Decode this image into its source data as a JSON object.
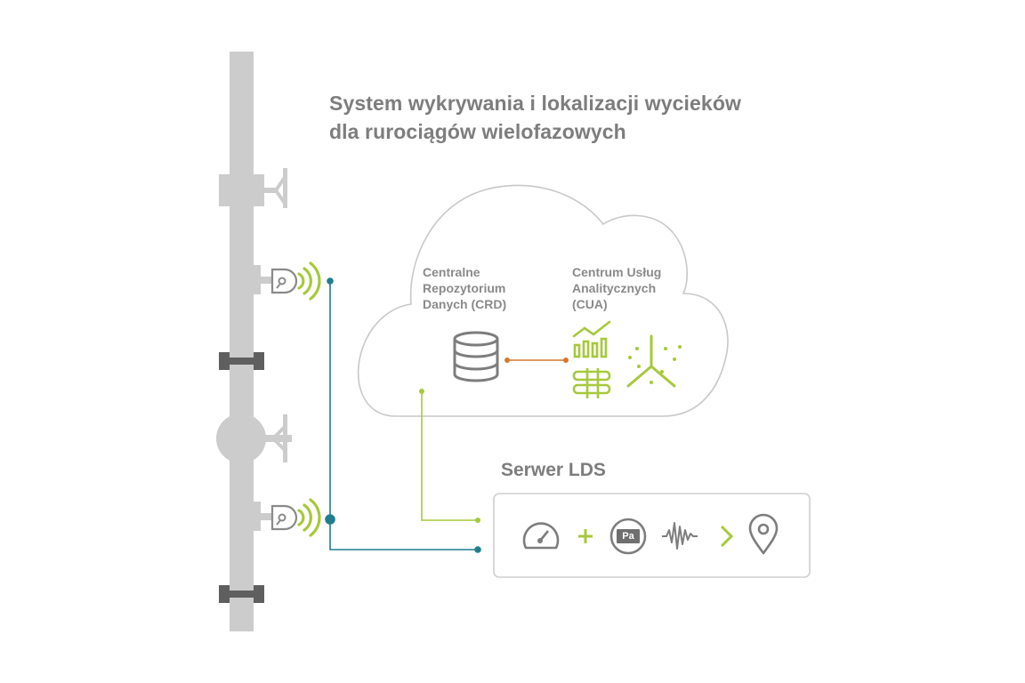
{
  "title": {
    "line1": "System wykrywania i lokalizacji wycieków",
    "line2": "dla rurociągów wielofazowych"
  },
  "cloud": {
    "crd_label": "Centralne\nRepozytorium\nDanych (CRD)",
    "cua_label": "Centrum Usług\nAnalitycznych\n(CUA)"
  },
  "server": {
    "title": "Serwer LDS",
    "pressure_unit": "Pa",
    "icons": [
      "pressure-gauge-icon",
      "plus-icon",
      "pascal-sensor-icon",
      "waveform-icon",
      "chevron-right-icon",
      "location-pin-icon"
    ]
  },
  "colors": {
    "pipe": "#cccccc",
    "flange": "#5f5f5f",
    "green": "#a6c93a",
    "teal": "#1f7f8f",
    "orange": "#d9772b",
    "gray_icon": "#7d7d7d",
    "cloud_stroke": "#c8c8c8"
  }
}
